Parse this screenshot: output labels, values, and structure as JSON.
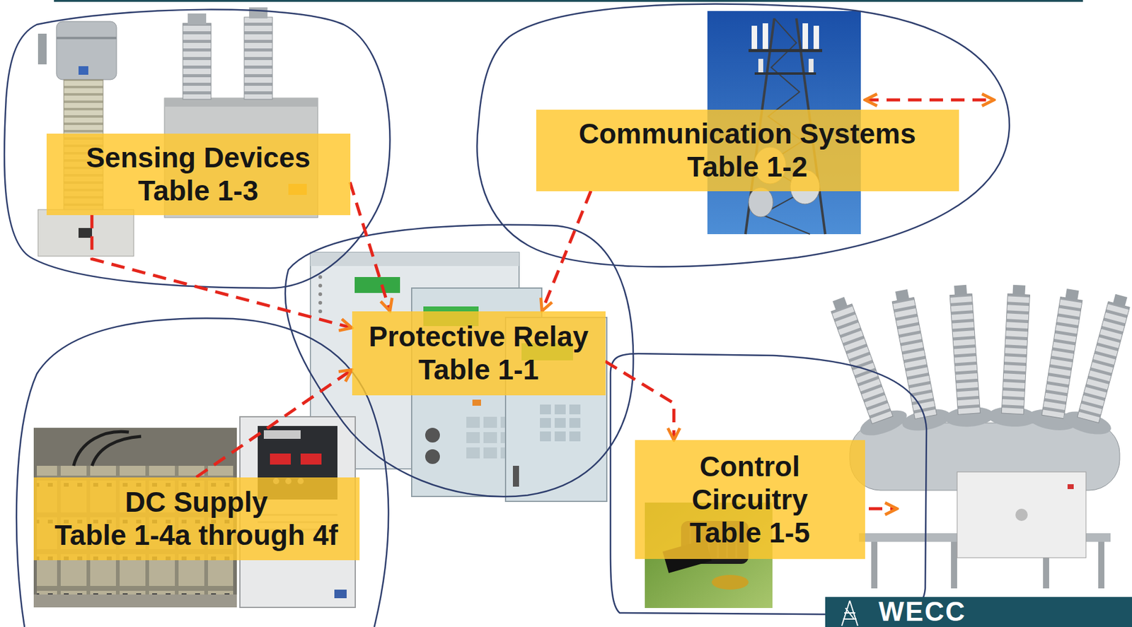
{
  "diagram": {
    "nodes": [
      {
        "text": [
          "Sensing Devices",
          "Table 1-3"
        ]
      },
      {
        "text": [
          "Communication Systems",
          "Table 1-2"
        ]
      },
      {
        "text": [
          "Protective Relay",
          "Table 1-1"
        ]
      },
      {
        "text": [
          "DC Supply",
          "Table 1-4a through 4f"
        ]
      },
      {
        "text": [
          "Control Circuitry",
          "Table 1-5"
        ]
      }
    ],
    "edges": [
      {
        "from": 0,
        "to": 2,
        "arrow": "to"
      },
      {
        "from": 0,
        "to": 2,
        "arrow": "to"
      },
      {
        "from": 1,
        "to": 2,
        "arrow": "to"
      },
      {
        "from": 3,
        "to": 2,
        "arrow": "to"
      },
      {
        "from": 2,
        "to": 4,
        "arrow": "to"
      }
    ],
    "labels": [
      "WECC"
    ]
  }
}
